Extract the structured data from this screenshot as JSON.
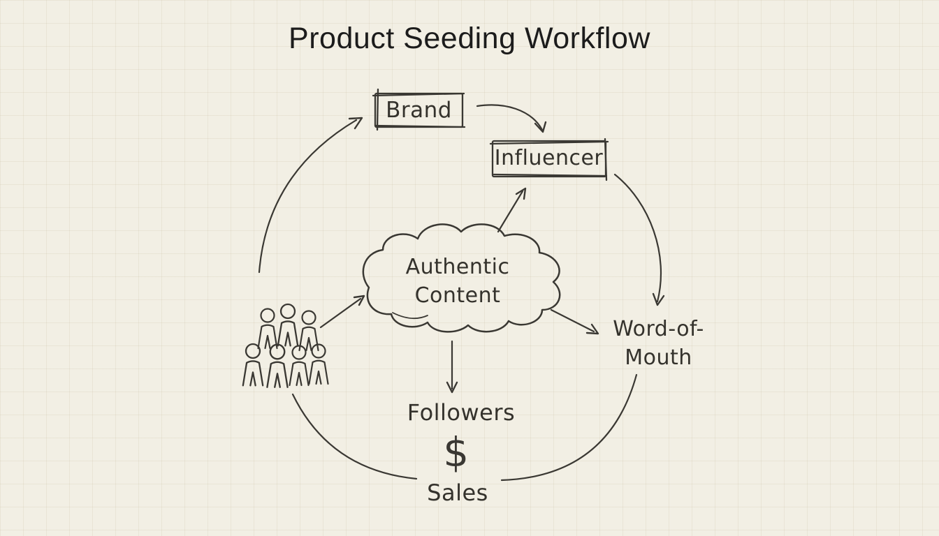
{
  "title": "Product Seeding Workflow",
  "nodes": {
    "brand": {
      "label": "Brand",
      "shape": "rectangle"
    },
    "influencer": {
      "label": "Influencer",
      "shape": "rectangle"
    },
    "authentic_content": {
      "line1": "Authentic",
      "line2": "Content",
      "shape": "cloud"
    },
    "word_of_mouth": {
      "line1": "Word-of-",
      "line2": "Mouth",
      "shape": "text"
    },
    "followers": {
      "label": "Followers",
      "shape": "text"
    },
    "sales": {
      "label": "Sales",
      "currency_symbol": "$",
      "shape": "text"
    },
    "audience": {
      "icon": "crowd-icon",
      "people_count": 7
    }
  },
  "edges": [
    {
      "from": "sales",
      "to": "brand",
      "style": "large-curved-arrow-left-side"
    },
    {
      "from": "brand",
      "to": "influencer",
      "style": "curved-arrow"
    },
    {
      "from": "influencer",
      "to": "word_of_mouth",
      "style": "curved-arrow"
    },
    {
      "from": "audience",
      "to": "authentic_content",
      "style": "straight-arrow"
    },
    {
      "from": "authentic_content",
      "to": "influencer",
      "style": "straight-arrow"
    },
    {
      "from": "authentic_content",
      "to": "word_of_mouth",
      "style": "straight-arrow"
    },
    {
      "from": "authentic_content",
      "to": "followers",
      "style": "straight-arrow"
    },
    {
      "from": "word_of_mouth",
      "to": "sales",
      "style": "curved-line-right-side"
    }
  ],
  "colors": {
    "background": "#f2efe4",
    "grid_line": "#e7e2d3",
    "ink": "#3a3833",
    "title_text": "#1c1c1c"
  }
}
